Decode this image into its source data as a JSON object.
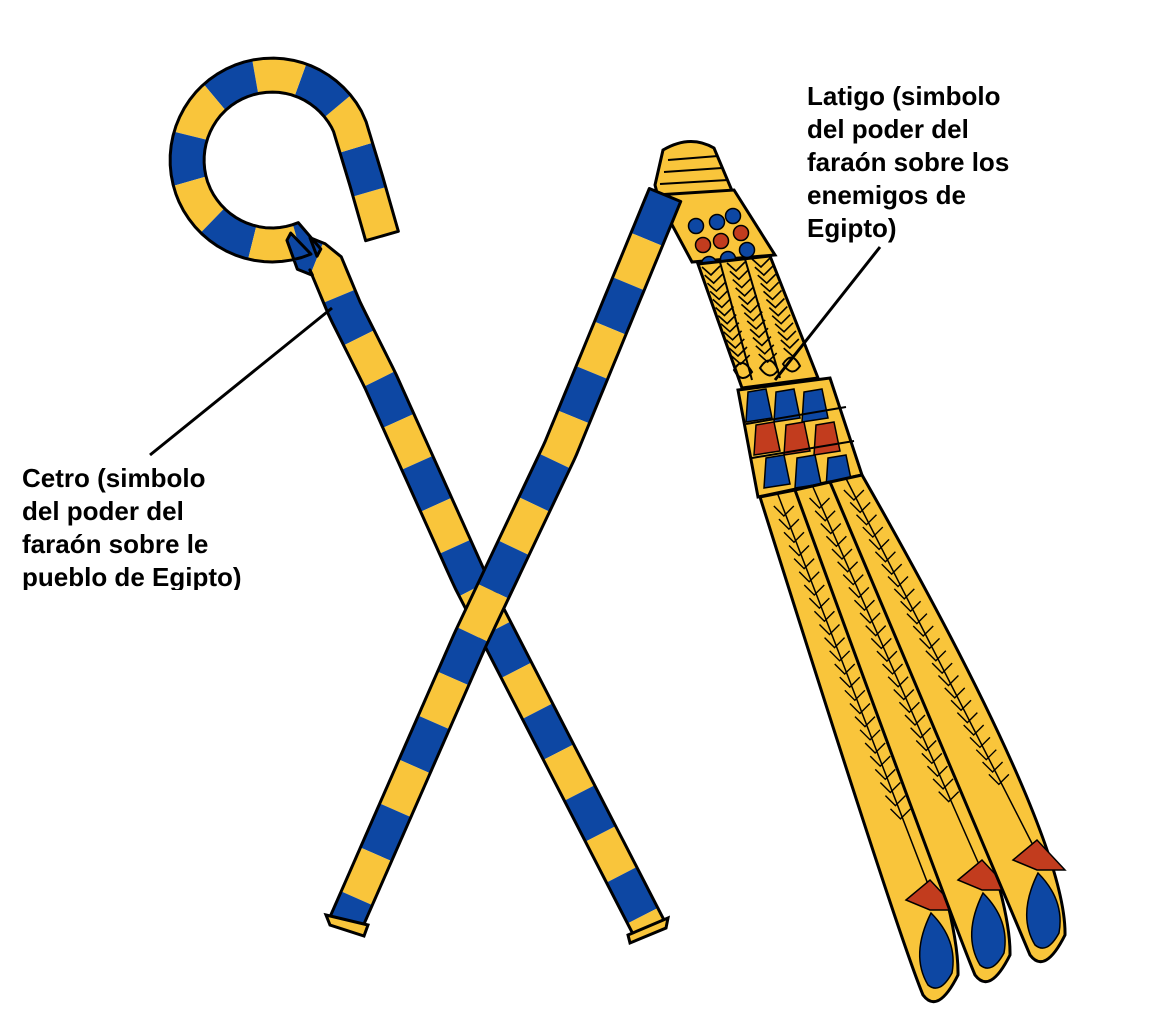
{
  "colors": {
    "gold": "#f9c53b",
    "blue": "#0d47a3",
    "red": "#c23c1e",
    "outline": "#000000",
    "background": "#ffffff"
  },
  "labels": {
    "crook": {
      "lines": [
        "Cetro (simbolo",
        "del poder del",
        "faraón sobre le",
        "pueblo de Egipto)"
      ]
    },
    "flail": {
      "lines": [
        "Latigo (simbolo",
        "del poder del",
        "faraón sobre los",
        "enemigos de",
        "Egipto)"
      ]
    }
  },
  "objects": {
    "crook": "crook-scepter",
    "flail": "flail",
    "flail_beads": [
      "blue",
      "blue",
      "blue",
      "red",
      "red",
      "red",
      "blue",
      "blue",
      "blue"
    ],
    "flail_strand_tips": [
      "red-and-blue",
      "red-and-blue",
      "red-and-blue"
    ]
  }
}
